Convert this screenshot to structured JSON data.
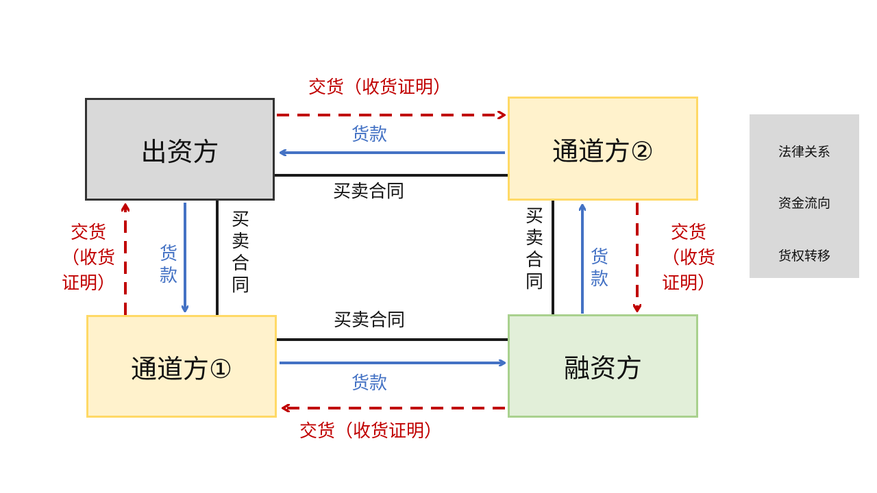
{
  "nodes": {
    "funder": "出资方",
    "channel2": "通道方②",
    "channel1": "通道方①",
    "borrower": "融资方"
  },
  "edges": {
    "top_delivery": "交货（收货证明）",
    "top_payment": "货款",
    "top_contract": "买卖合同",
    "left_delivery": "交货\n（收货\n证明）",
    "left_payment": "货\n款",
    "left_contract": "买\n卖\n合\n同",
    "right_contract": "买\n卖\n合\n同",
    "right_payment": "货\n款",
    "right_delivery": "交货\n（收货\n证明）",
    "bottom_contract": "买卖合同",
    "bottom_payment": "货款",
    "bottom_delivery": "交货（收货证明）"
  },
  "legend": {
    "legal": "法律关系",
    "funds": "资金流向",
    "title_transfer": "货权转移"
  },
  "colors": {
    "legal": "#1a1a1a",
    "funds": "#4472c4",
    "title_transfer": "#c00000"
  }
}
